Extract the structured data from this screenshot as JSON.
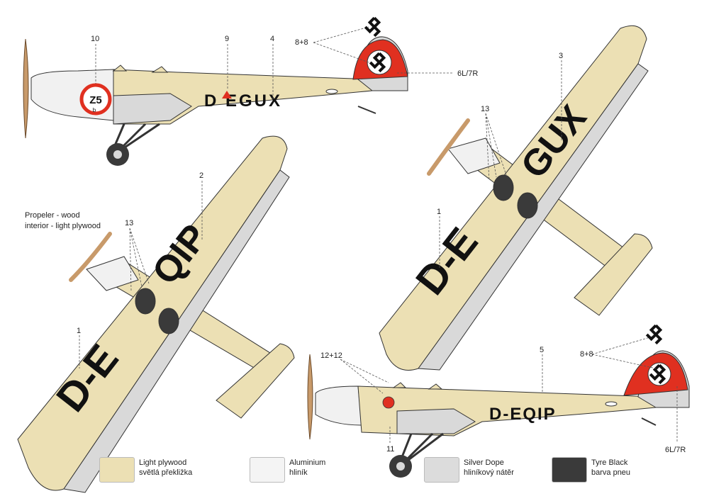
{
  "registrations": {
    "side_top": "D EGUX",
    "side_bottom": "D-EQIP",
    "wing_left_a": "D-E",
    "wing_left_b": "QIP",
    "wing_right_a": "D-E",
    "wing_right_b": "GUX"
  },
  "race_number": "Z5",
  "race_sub": "b",
  "callouts": {
    "c10": "10",
    "c9": "9",
    "c4": "4",
    "c8a": "8+8",
    "c6a": "6L/7R",
    "c3": "3",
    "c13a": "13",
    "c13b": "13",
    "c2": "2",
    "c1a": "1",
    "c1b": "1",
    "c5": "5",
    "c12": "12+12",
    "c11": "11",
    "c8b": "8+8",
    "c6b": "6L/7R"
  },
  "notes": {
    "line1": "Propeler - wood",
    "line2": "interior - light plywood"
  },
  "legend": [
    {
      "name": "Light plywood",
      "name2": "světlá překližka",
      "color": "#ece0b4"
    },
    {
      "name": "Aluminium",
      "name2": "hliník",
      "color": "#f4f4f4"
    },
    {
      "name": "Silver Dope",
      "name2": "hliníkový nátěr",
      "color": "#dcdcdc"
    },
    {
      "name": "Tyre Black",
      "name2": "barva pneu",
      "color": "#3a3a3a"
    }
  ],
  "colors": {
    "plywood": "#ece0b4",
    "aluminium": "#f1f1f1",
    "silver": "#d9d9d9",
    "red": "#e03020",
    "black": "#111111",
    "wood": "#c89a6a"
  }
}
